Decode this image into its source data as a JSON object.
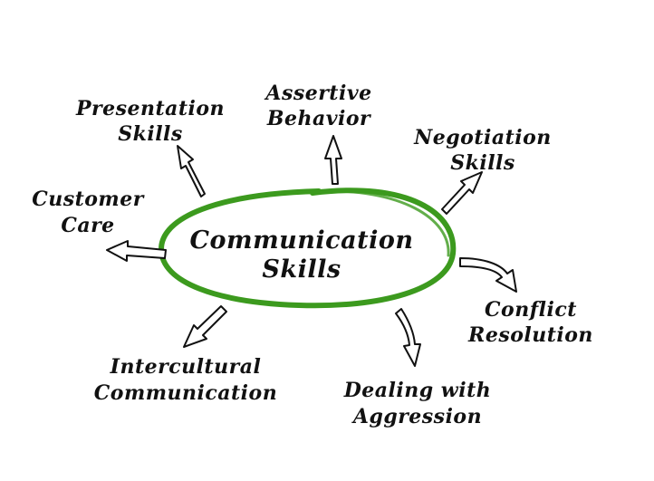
{
  "diagram": {
    "center": {
      "line1": "Communication",
      "line2": "Skills"
    },
    "nodes": [
      {
        "id": "presentation",
        "line1": "Presentation",
        "line2": "Skills"
      },
      {
        "id": "assertive",
        "line1": "Assertive",
        "line2": "Behavior"
      },
      {
        "id": "negotiation",
        "line1": "Negotiation",
        "line2": "Skills"
      },
      {
        "id": "customer",
        "line1": "Customer",
        "line2": "Care"
      },
      {
        "id": "conflict",
        "line1": "Conflict",
        "line2": "Resolution"
      },
      {
        "id": "intercultural",
        "line1": "Intercultural",
        "line2": "Communication"
      },
      {
        "id": "aggression",
        "line1": "Dealing with",
        "line2": "Aggression"
      }
    ]
  },
  "colors": {
    "ellipse": "#3c9a1e",
    "text": "#111111",
    "arrow_fill": "#ffffff",
    "arrow_stroke": "#111111",
    "background": "#ffffff"
  }
}
